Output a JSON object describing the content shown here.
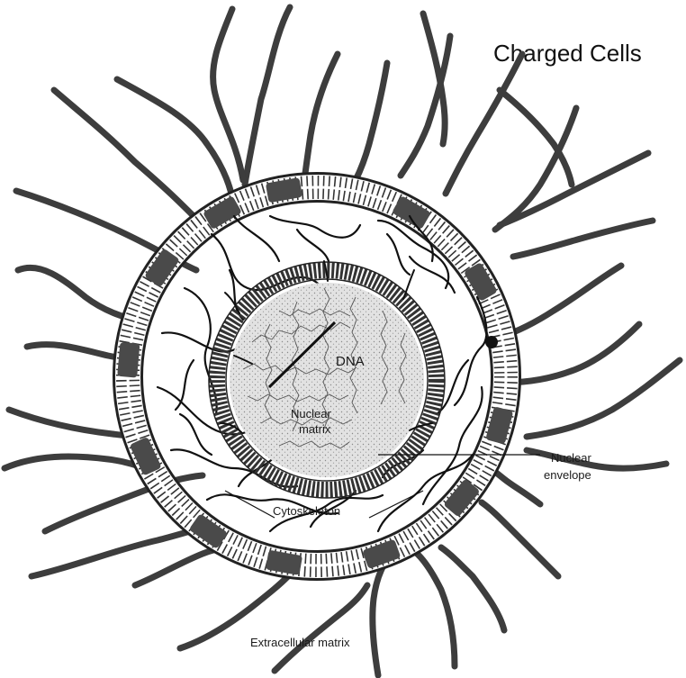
{
  "title": "Charged Cells",
  "labels": {
    "dna": "DNA",
    "nuclear_matrix_line1": "Nuclear",
    "nuclear_matrix_line2": "matrix",
    "nuclear_envelope_line1": "Nuclear",
    "nuclear_envelope_line2": "envelope",
    "cytoskeleton": "Cytoskeleton",
    "extracellular_matrix": "Extracellular matrix"
  },
  "colors": {
    "fiber": "#3d3d3d",
    "membrane": "#ffffff",
    "protein": "#4a4a4a",
    "nucleus_fill": "#d6d6d6",
    "ink": "#111111"
  }
}
